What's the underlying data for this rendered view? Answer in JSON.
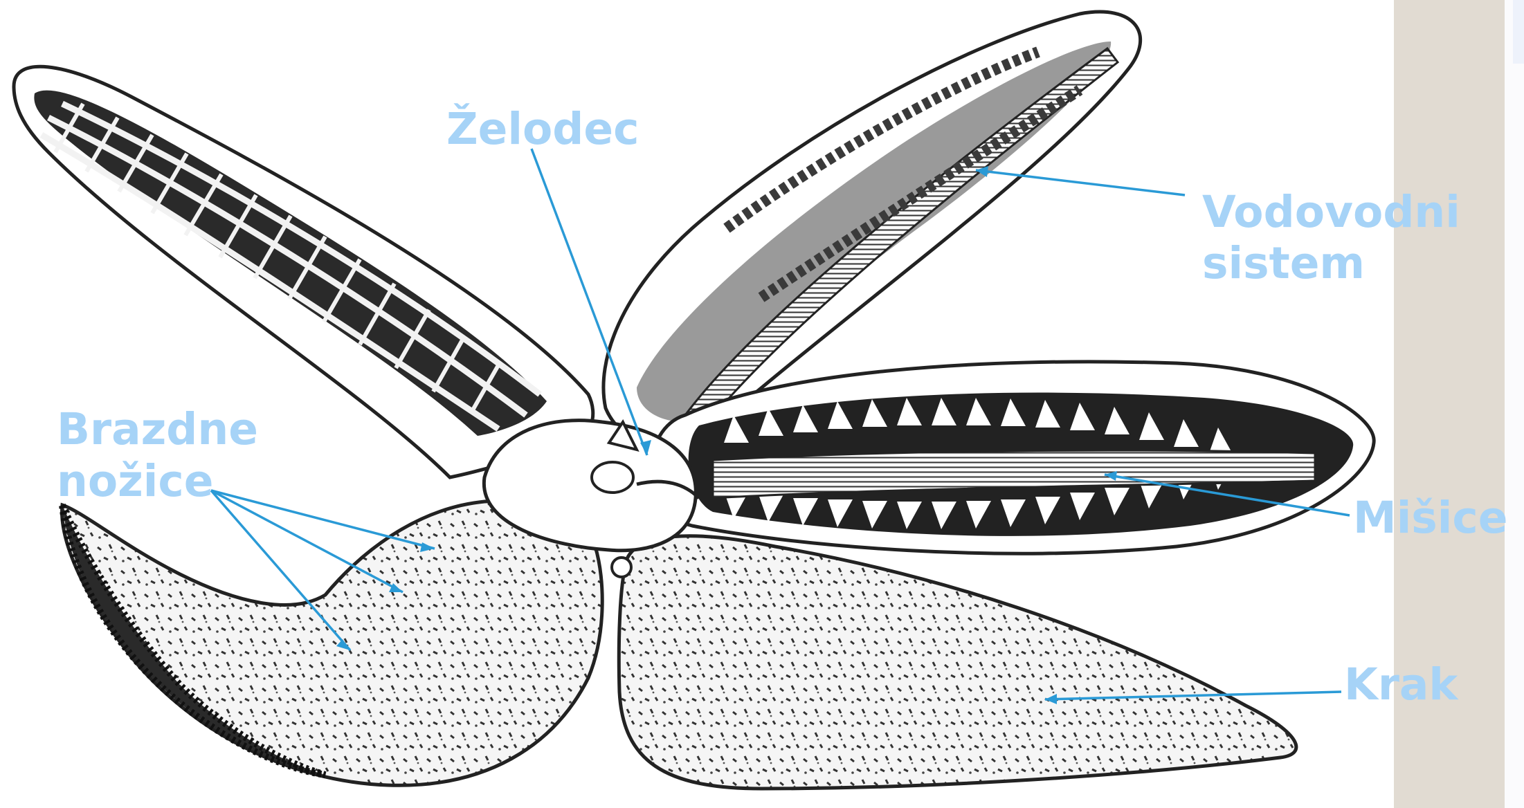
{
  "colors": {
    "label": "#a6d3f7",
    "leader": "#2a9ad6",
    "sidebar": "#e1dbd2",
    "ink": "#1c1c1c"
  },
  "labels": {
    "stomach": "Želodec",
    "water_vascular_1": "Vodovodni",
    "water_vascular_2": "sistem",
    "tube_feet_1": "Brazdne",
    "tube_feet_2": "nožice",
    "muscles": "Mišice",
    "arm": "Krak"
  }
}
